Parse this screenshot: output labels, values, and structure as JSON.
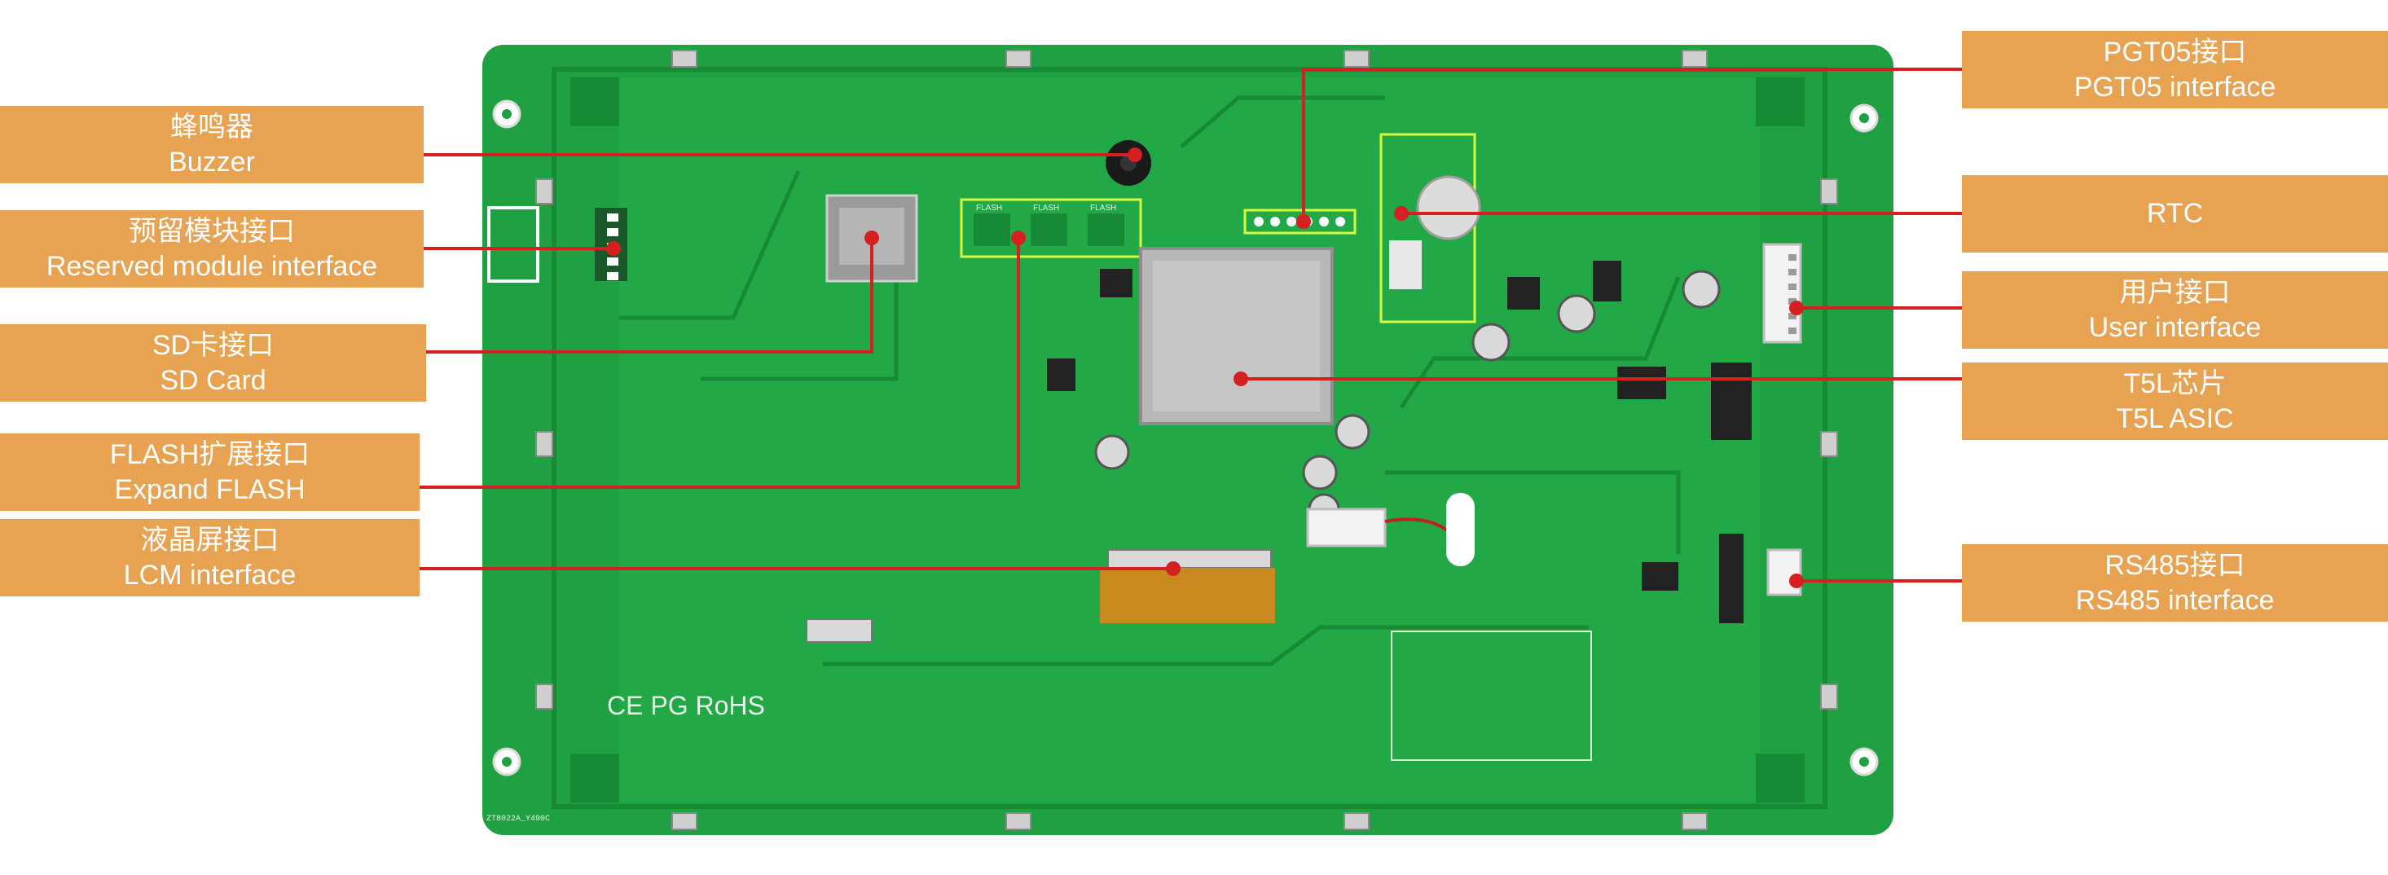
{
  "callouts_left": [
    {
      "id": "buzzer",
      "cn": "蜂鸣器",
      "en": "Buzzer"
    },
    {
      "id": "reserved",
      "cn": "预留模块接口",
      "en": "Reserved module interface"
    },
    {
      "id": "sd",
      "cn": "SD卡接口",
      "en": "SD Card"
    },
    {
      "id": "flash",
      "cn": "FLASH扩展接口",
      "en": "Expand FLASH"
    },
    {
      "id": "lcm",
      "cn": "液晶屏接口",
      "en": "LCM interface"
    }
  ],
  "callouts_right": [
    {
      "id": "pgt05",
      "cn": "PGT05接口",
      "en": "PGT05 interface"
    },
    {
      "id": "rtc",
      "cn": "",
      "en": "RTC"
    },
    {
      "id": "user",
      "cn": "用户接口",
      "en": "User interface"
    },
    {
      "id": "t5l",
      "cn": "T5L芯片",
      "en": "T5L ASIC"
    },
    {
      "id": "rs485",
      "cn": "RS485接口",
      "en": "RS485 interface"
    }
  ],
  "board": {
    "silkscreen_marks": "CE  PG  RoHS",
    "part_code": "ZT8022A_Y490C",
    "flash_chip_labels": [
      "FLASH",
      "FLASH",
      "FLASH"
    ],
    "colors": {
      "pcb": "#1fa043",
      "pcb_dark": "#178a36",
      "label_bg": "#e7a252",
      "leader": "#d42020",
      "highlight": "#d8ff3c"
    }
  }
}
